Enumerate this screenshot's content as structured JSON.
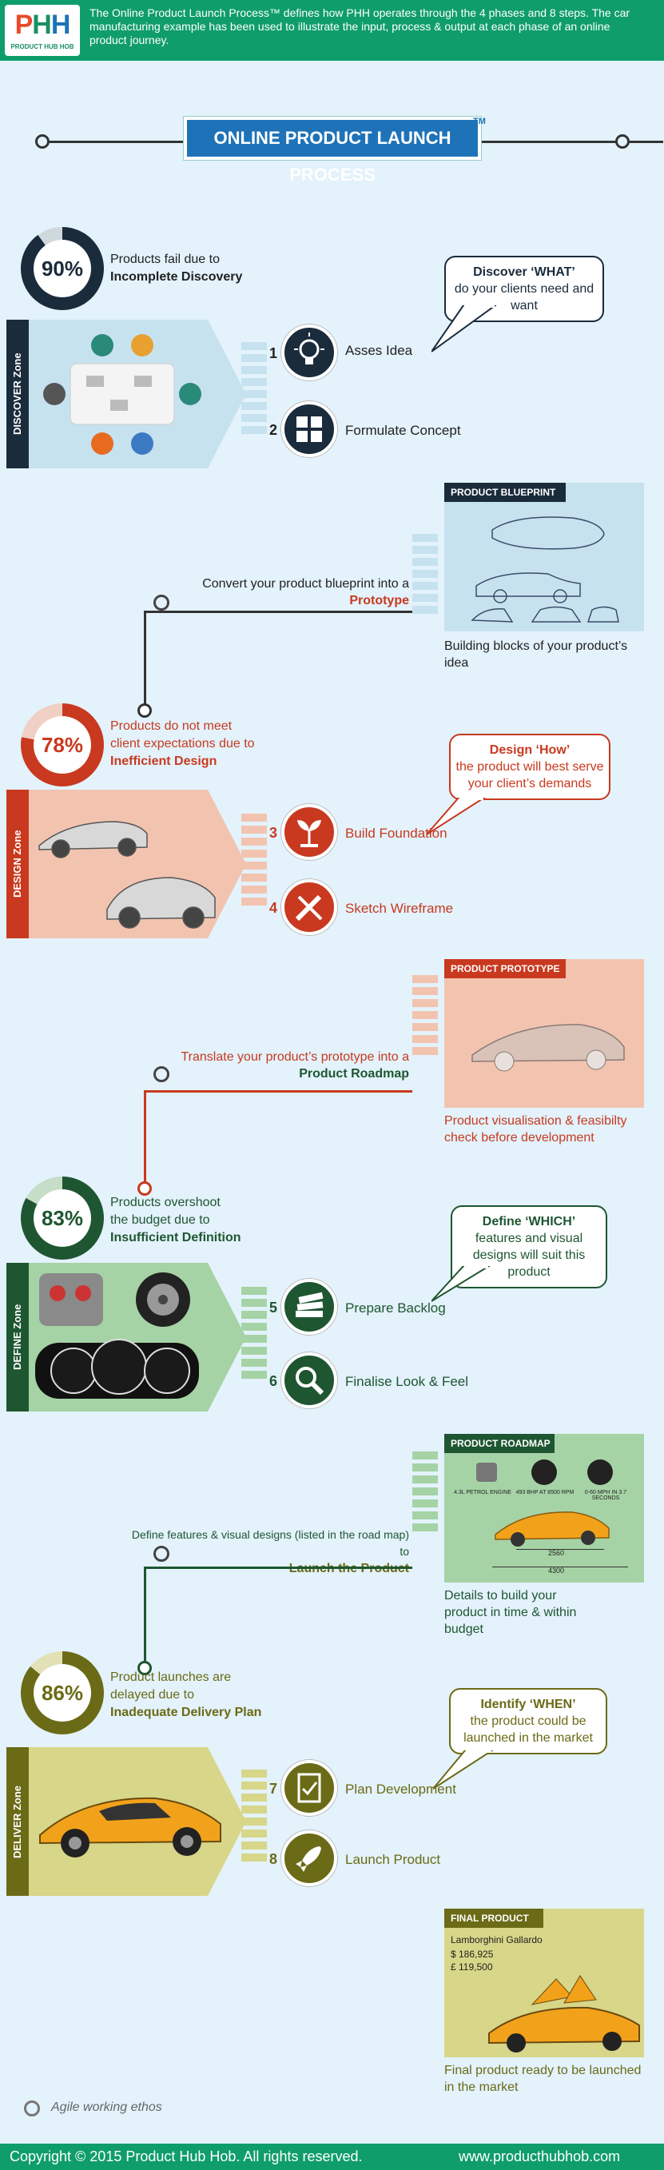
{
  "header": {
    "logo_text": "PHH",
    "logo_sub": "PRODUCT HUB HOB",
    "description": "The Online Product Launch Process™ defines how PHH operates through the 4 phases and 8 steps. The car manufacturing example has been used to illustrate the input, process & output at each phase of an online product journey."
  },
  "title": {
    "text": "ONLINE PRODUCT LAUNCH PROCESS",
    "tm": "TM"
  },
  "phases": [
    {
      "stat": "90%",
      "stat_line1": "Products fail due to",
      "stat_line2": "Incomplete Discovery",
      "zone_label": "DISCOVER Zone",
      "callout_title": "Discover ‘WHAT’",
      "callout_body": "do your clients need and want",
      "steps": [
        {
          "num": "1",
          "label": "Asses Idea",
          "icon": "lightbulb-icon"
        },
        {
          "num": "2",
          "label": "Formulate Concept",
          "icon": "puzzle-icon"
        }
      ],
      "card_tag": "PRODUCT BLUEPRINT",
      "card_caption": "Building blocks of your product’s idea",
      "conn_line1": "Convert your product blueprint into a",
      "conn_line2": "Prototype"
    },
    {
      "stat": "78%",
      "stat_line1": "Products do not meet",
      "stat_line1b": "client expectations due to",
      "stat_line2": "Inefficient Design",
      "zone_label": "DESIGN Zone",
      "callout_title": "Design ‘How’",
      "callout_body": "the product will best serve your client’s demands",
      "steps": [
        {
          "num": "3",
          "label": "Build Foundation",
          "icon": "seedling-icon"
        },
        {
          "num": "4",
          "label": "Sketch Wireframe",
          "icon": "pencil-ruler-icon"
        }
      ],
      "card_tag": "PRODUCT PROTOTYPE",
      "card_caption": "Product visualisation & feasibilty check before development",
      "conn_line1": "Translate your product’s prototype into a",
      "conn_line2": "Product Roadmap"
    },
    {
      "stat": "83%",
      "stat_line1": "Products overshoot",
      "stat_line1b": "the budget due to",
      "stat_line2": "Insufficient Definition",
      "zone_label": "DEFINE Zone",
      "callout_title": "Define ‘WHICH’",
      "callout_body": "features and visual designs will suit this product",
      "steps": [
        {
          "num": "5",
          "label": "Prepare Backlog",
          "icon": "stack-icon"
        },
        {
          "num": "6",
          "label": "Finalise Look & Feel",
          "icon": "magnifier-icon"
        }
      ],
      "card_tag": "PRODUCT ROADMAP",
      "card_specs": [
        "4.3L PETROL ENGINE",
        "493 BHP AT 8500 RPM",
        "0-60 MPH IN 3.7 SECONDS"
      ],
      "card_dims": [
        "2560",
        "4300"
      ],
      "card_caption": "Details to build your product in time & within budget",
      "conn_line1": "Define features & visual designs (listed in the road map) to",
      "conn_line2": "Launch the Product"
    },
    {
      "stat": "86%",
      "stat_line1": "Product launches are",
      "stat_line1b": "delayed due to",
      "stat_line2": "Inadequate Delivery Plan",
      "zone_label": "DELIVER Zone",
      "callout_title": "Identify ‘WHEN’",
      "callout_body": "the product could be launched in the market",
      "steps": [
        {
          "num": "7",
          "label": "Plan Development",
          "icon": "checklist-icon"
        },
        {
          "num": "8",
          "label": "Launch Product",
          "icon": "rocket-icon"
        }
      ],
      "card_tag": "FINAL PRODUCT",
      "card_car": "Lamborghini Gallardo",
      "card_price1": "$ 186,925",
      "card_price2": "£ 119,500",
      "card_caption": "Final product ready to be launched in the market"
    }
  ],
  "legend": {
    "label": "Agile working ethos"
  },
  "footer": {
    "copyright": "Copyright © 2015 Product Hub Hob. All rights reserved.",
    "url": "www.producthubhob.com"
  },
  "colors": {
    "discover": "#1a2b3c",
    "design": "#c8391f",
    "define": "#1e5631",
    "deliver": "#6b6a16",
    "header": "#0f9d6b",
    "title": "#1e73b8"
  }
}
